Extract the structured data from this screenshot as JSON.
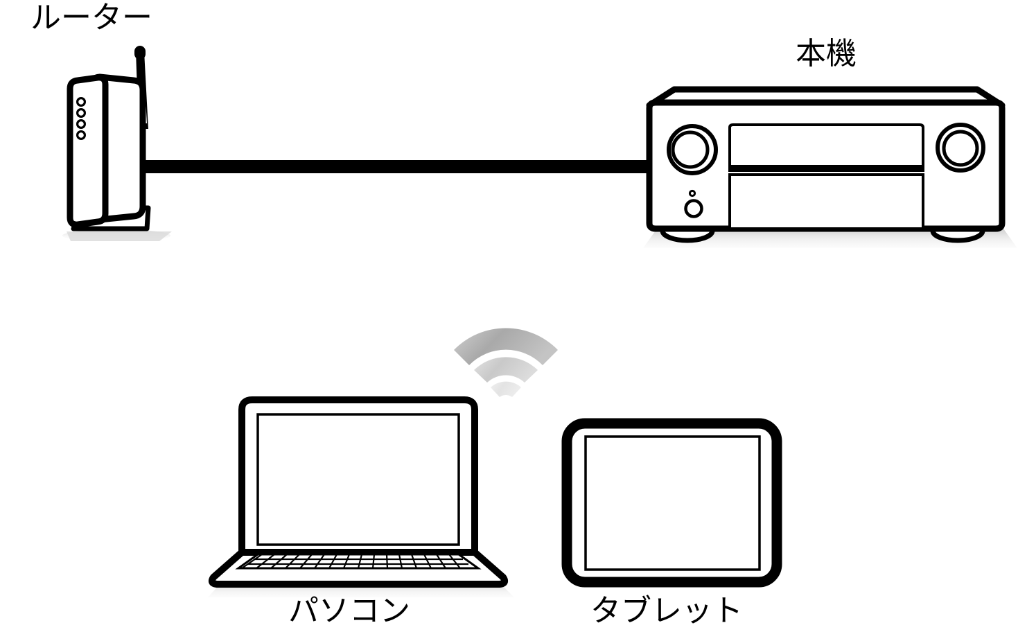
{
  "diagram": {
    "title": "Network connection diagram",
    "background_color": "#ffffff",
    "line_color": "#000000",
    "shadow_color": "#cccccc",
    "wifi_arc_colors": [
      "#b5b5b5",
      "#d0d0d0",
      "#e6e6e6"
    ],
    "labels": {
      "router": "ルーター",
      "unit": "本機",
      "pc": "パソコン",
      "tablet": "タブレット"
    },
    "devices": [
      {
        "id": "router",
        "name": "router",
        "label": "ルーター",
        "label_position": "top-left",
        "features": [
          "antenna",
          "4 status LEDs",
          "vertical stand",
          "wired port"
        ]
      },
      {
        "id": "av-receiver",
        "name": "av-receiver",
        "label": "本機",
        "label_position": "top-right",
        "features": [
          "two rotary knobs",
          "front display panel",
          "power button",
          "indicator dot",
          "two feet"
        ]
      },
      {
        "id": "laptop",
        "name": "laptop",
        "label": "パソコン",
        "label_position": "bottom-left",
        "features": [
          "screen",
          "keyboard",
          "base"
        ]
      },
      {
        "id": "tablet",
        "name": "tablet",
        "label": "タブレット",
        "label_position": "bottom-right",
        "features": [
          "bezel",
          "screen"
        ]
      }
    ],
    "connections": [
      {
        "id": "wired-link",
        "type": "wired-cable",
        "from": "router",
        "to": "av-receiver"
      },
      {
        "id": "wireless-link",
        "type": "wifi-signal",
        "from": "router",
        "to": "laptop-and-tablet",
        "arc_count": 3
      }
    ]
  }
}
